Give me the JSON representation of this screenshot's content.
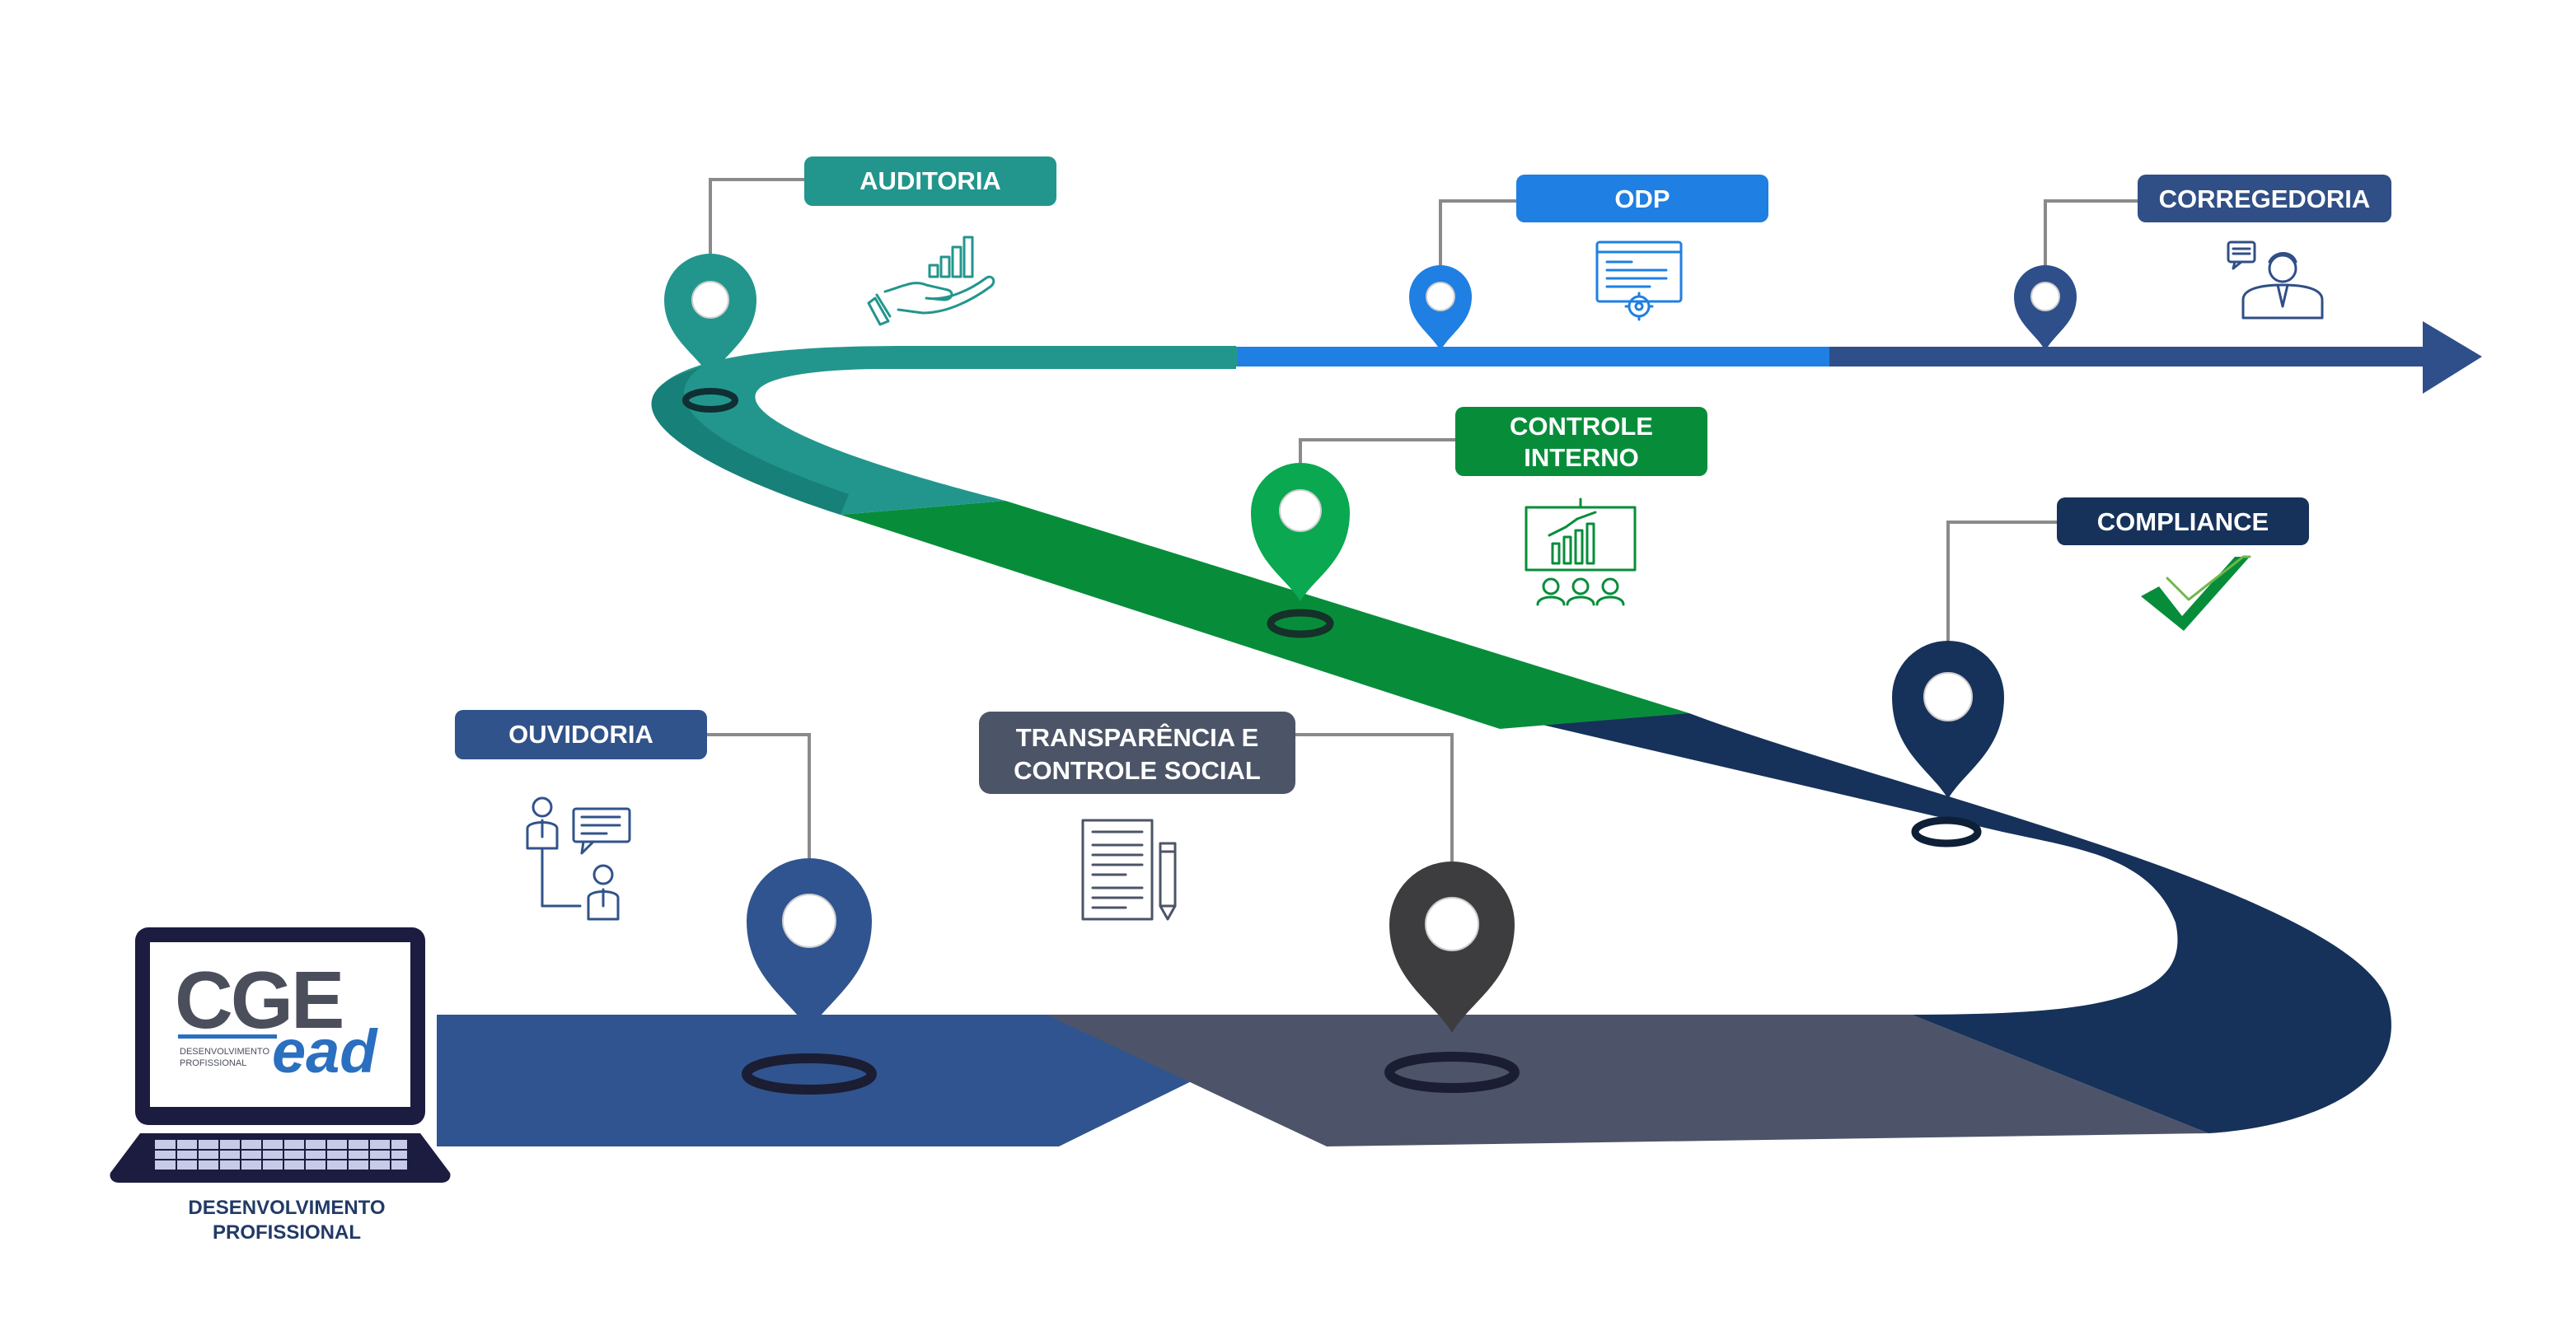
{
  "stations": [
    {
      "id": "auditoria",
      "label": "AUDITORIA",
      "color": "#22968d",
      "icon": "hand-growth-chart-icon"
    },
    {
      "id": "odp",
      "label": "ODP",
      "color": "#1f7ee0",
      "icon": "web-settings-icon"
    },
    {
      "id": "corregedoria",
      "label": "CORREGEDORIA",
      "color": "#304f86",
      "icon": "officer-chat-icon"
    },
    {
      "id": "controle-interno",
      "label_lines": [
        "CONTROLE",
        "INTERNO"
      ],
      "color": "#078d3a",
      "icon": "presentation-chart-audience-icon"
    },
    {
      "id": "compliance",
      "label": "COMPLIANCE",
      "color": "#16325a",
      "icon": "double-check-icon"
    },
    {
      "id": "ouvidoria",
      "label": "OUVIDORIA",
      "color": "#31538b",
      "icon": "people-conversation-icon"
    },
    {
      "id": "transparencia",
      "label_lines": [
        "TRANSPARÊNCIA E",
        "CONTROLE SOCIAL"
      ],
      "color": "#4c5468",
      "icon": "document-pencil-icon"
    }
  ],
  "logo": {
    "brand": "CGE",
    "sub": "ead",
    "tagline_lines": [
      "DESENVOLVIMENTO",
      "PROFISSIONAL"
    ]
  },
  "caption_lines": [
    "DESENVOLVIMENTO",
    "PROFISSIONAL"
  ],
  "colors": {
    "road_blue": "#30548f",
    "road_gray": "#4d5469",
    "road_navy": "#16325a",
    "road_green": "#078d3a",
    "road_teal": "#219590",
    "arrow_blue": "#1f7fe2",
    "arrow_navy": "#2e4f8a",
    "laptop": "#1b1c3f"
  }
}
